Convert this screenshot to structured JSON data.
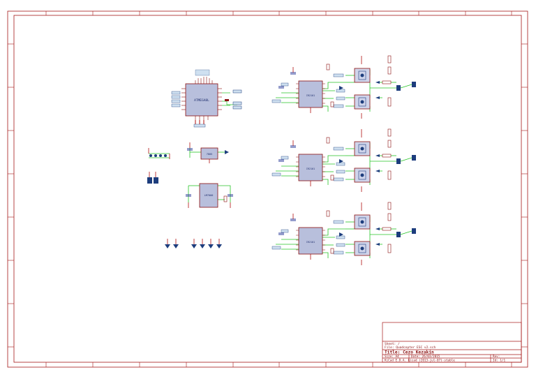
{
  "colors": {
    "frame": "#a51818",
    "wire": "#27c427",
    "component": "#8a1010",
    "component_fill": "#cfd4ea",
    "ic_body": "#b8bfdc",
    "netlabel": "#1d3d7d",
    "power_symbol": "#b01010",
    "capacitor": "#2a3a9a"
  },
  "title_block": {
    "sheet_line": "Sheet: /",
    "file_line": "File: Quadcopter ESC v2.sch",
    "title": "Title: Cezo Kezakin",
    "size": "Size: A4",
    "date": "Date: 26/03/2015",
    "kicad": "KiCad E.D.A.  kicad (2013-jul-07)-stable",
    "rev": "Rev:",
    "id": "Id: 1/1"
  },
  "components": {
    "mcu": "ATMEGA8L",
    "regulator": "7805",
    "protection": "LM7000",
    "driver_ic": "IR2101"
  }
}
